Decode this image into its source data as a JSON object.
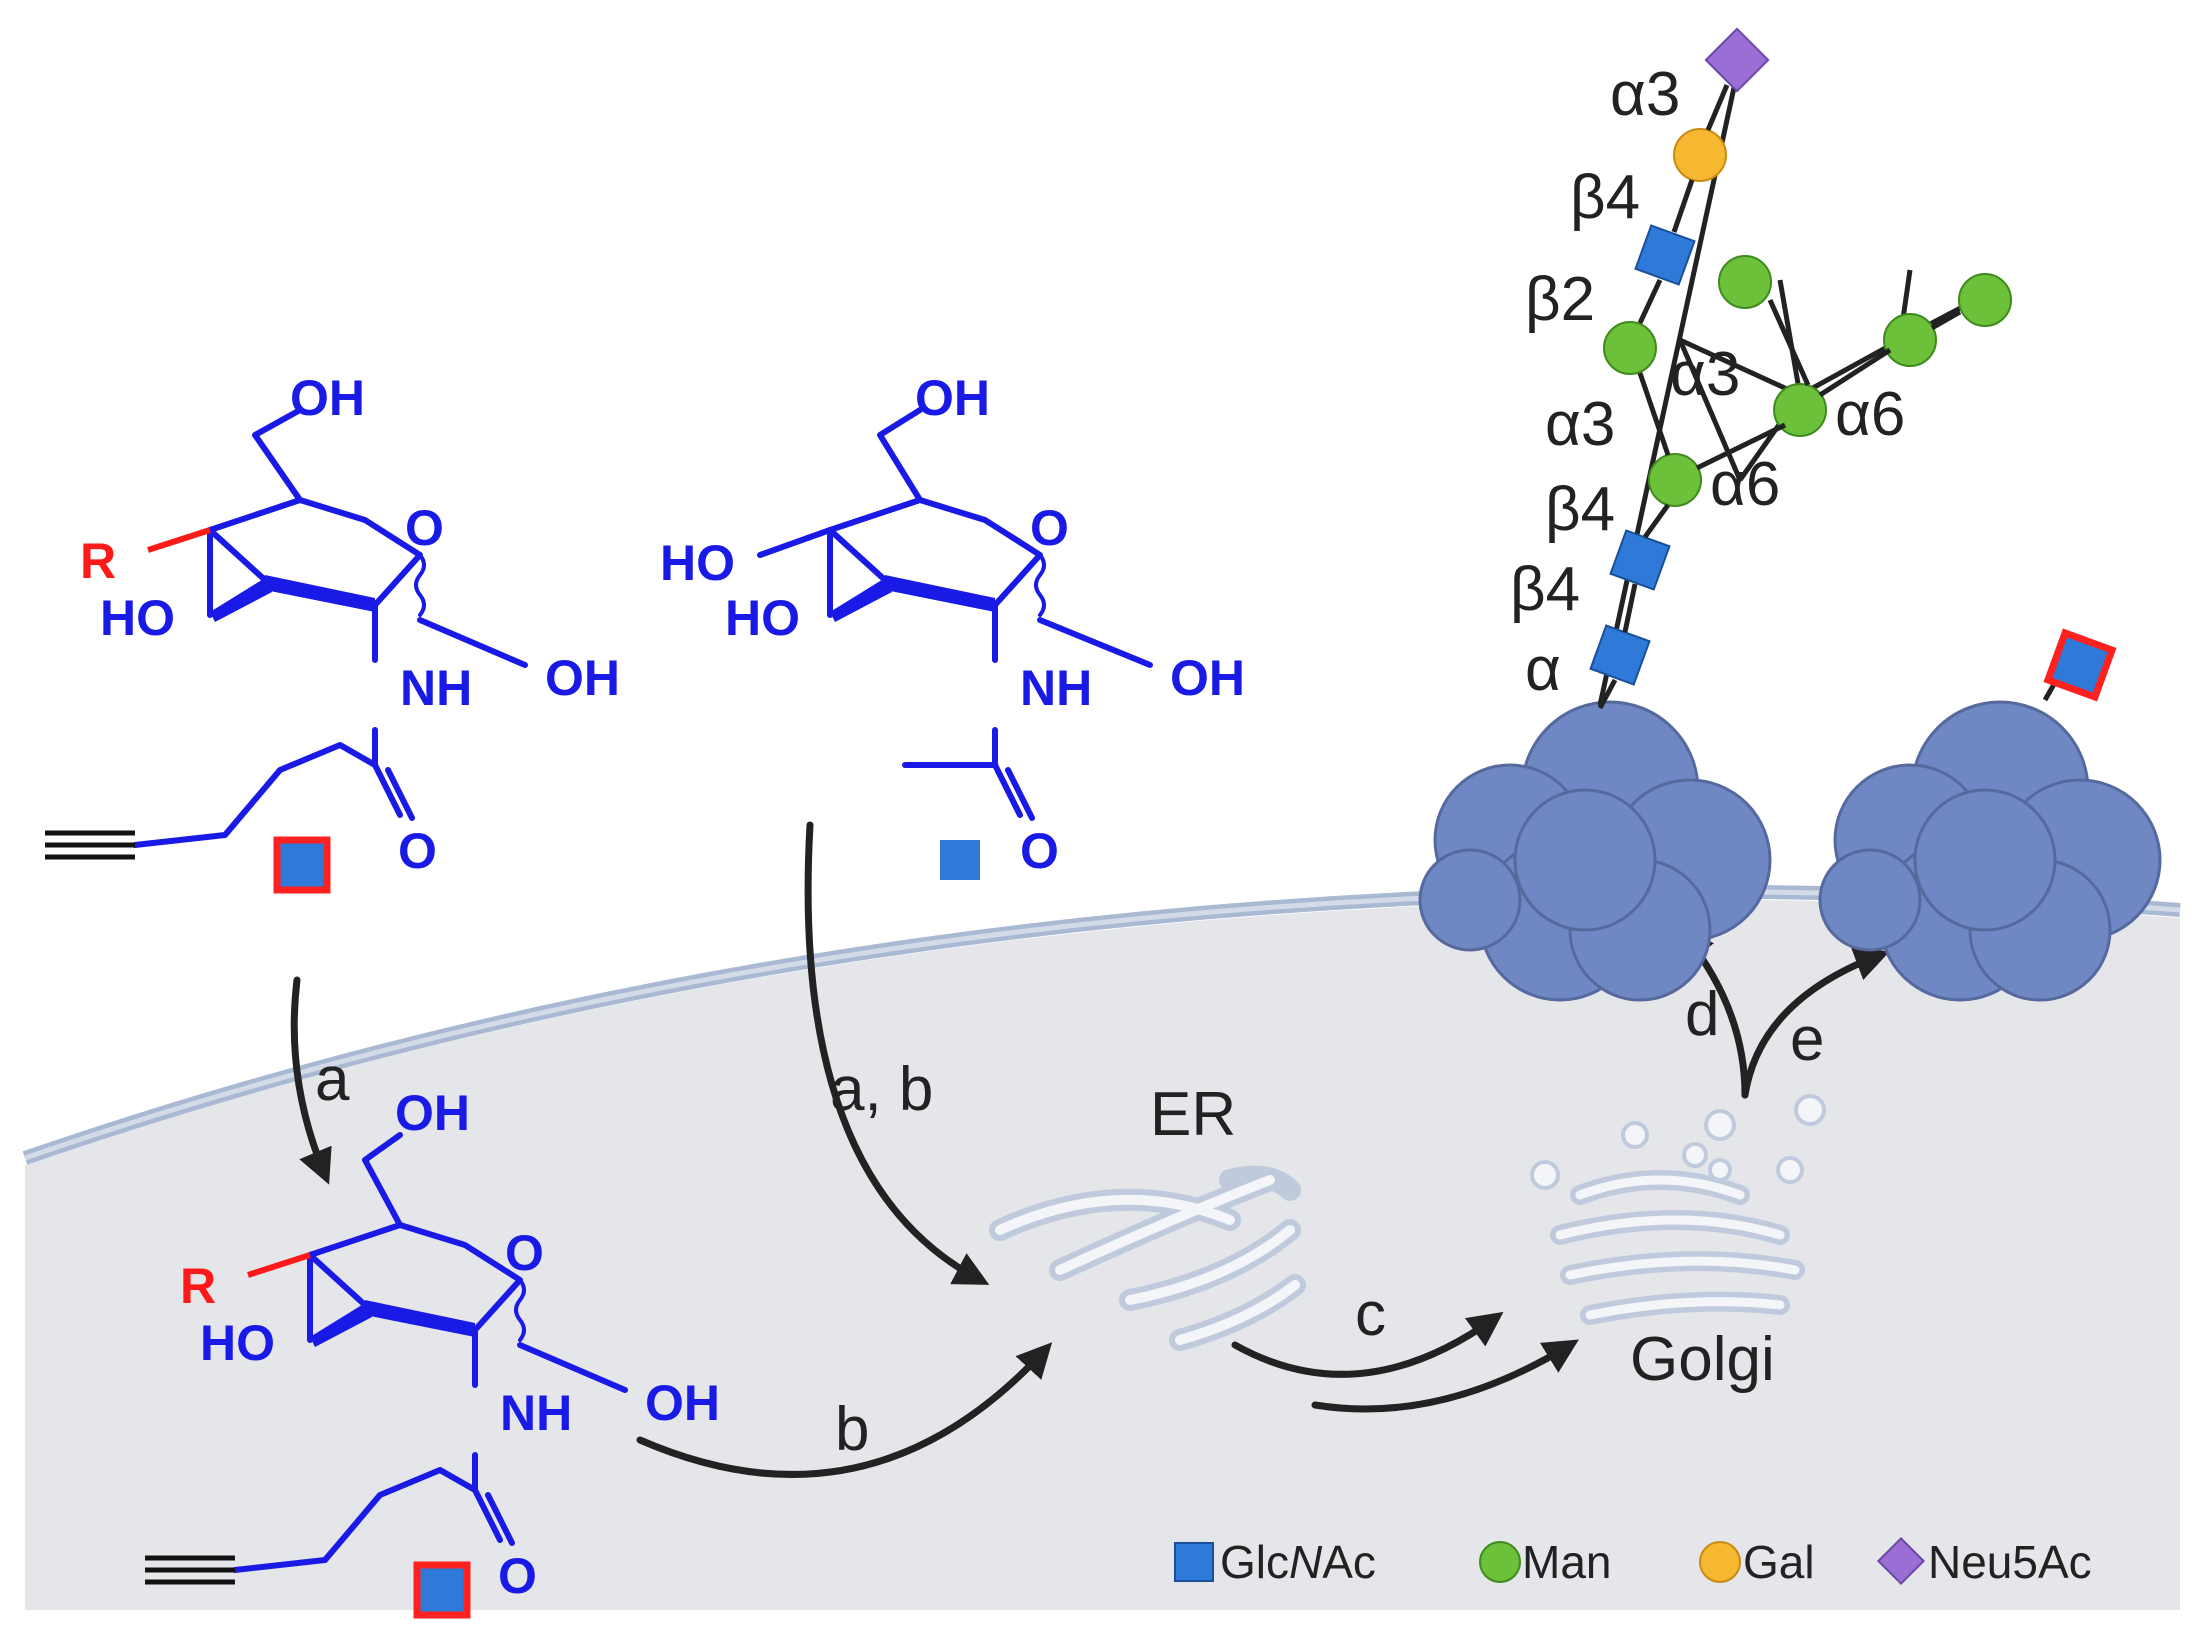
{
  "colors": {
    "molecule": "#1a1ae6",
    "r_group": "#ff1a1a",
    "glcnac": "#2f7ad8",
    "man": "#6cc03a",
    "gal": "#f5b830",
    "neu5ac": "#9b6ed6",
    "red_link": "#ff2020",
    "protein": "#6f87c2",
    "cytoplasm": "#e5e6ea",
    "membrane": "#9fb1cc",
    "arrow": "#222222"
  },
  "molecule_labels": {
    "oh": "OH",
    "ho": "HO",
    "o": "O",
    "nh": "NH",
    "r": "R"
  },
  "step_labels": {
    "a": "a",
    "ab": "a, b",
    "b": "b",
    "c": "c",
    "d": "d",
    "e": "e"
  },
  "organelles": {
    "er": "ER",
    "golgi": "Golgi"
  },
  "glycan_linkages": {
    "a3_top": "α3",
    "b4_top": "β4",
    "b2": "β2",
    "a3_left": "α3",
    "a3_right": "α3",
    "a6_right": "α6",
    "a6_center": "α6",
    "b4_mid": "β4",
    "b4_low": "β4",
    "a_base": "α"
  },
  "legend": {
    "glcnac_pre": "Glc",
    "glcnac_italic": "N",
    "glcnac_post": "Ac",
    "man": "Man",
    "gal": "Gal",
    "neu5ac": "Neu5Ac"
  }
}
